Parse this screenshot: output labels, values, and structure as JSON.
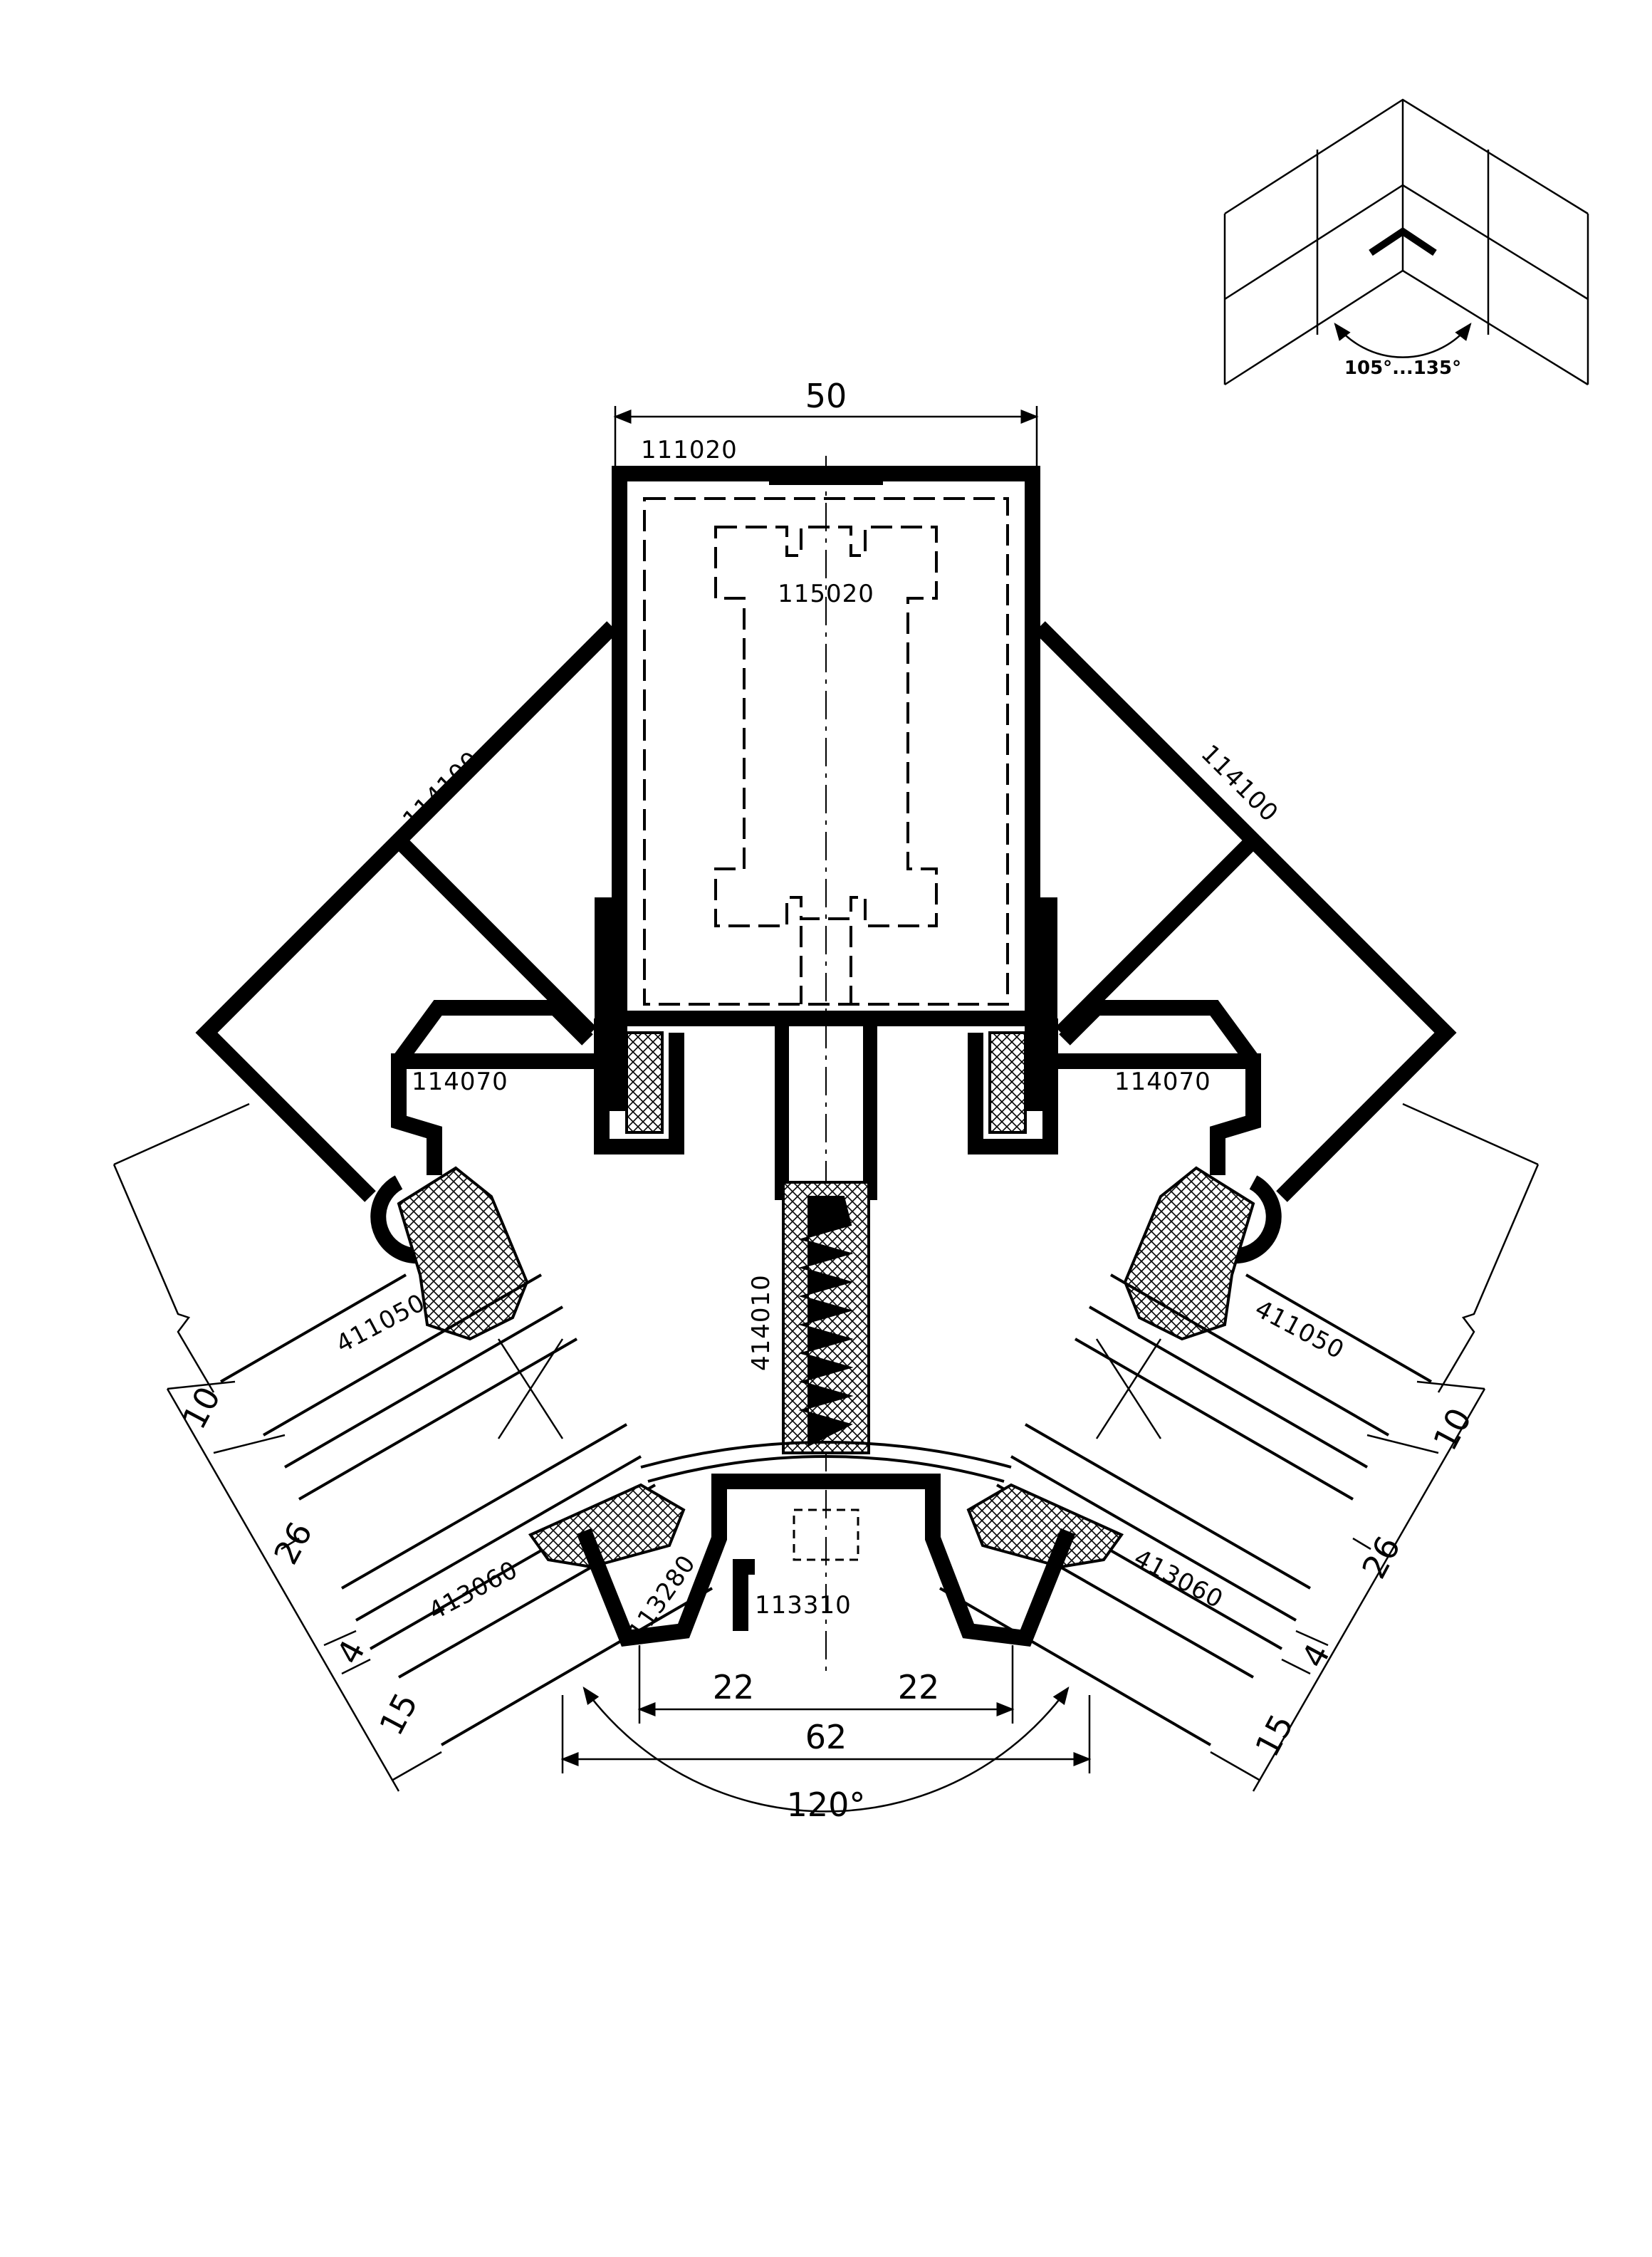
{
  "profiles": {
    "mullion": "111020",
    "insert": "115020",
    "left_arm": "114100",
    "right_arm": "114100",
    "left_clamp": "114070",
    "right_clamp": "114070",
    "screw_part": "414010",
    "left_glazing_gasket": "411050",
    "right_glazing_gasket": "411050",
    "left_outer_gasket": "413060",
    "right_outer_gasket": "413060",
    "pressure_plate": "113280",
    "cover_cap": "113310"
  },
  "dimensions": {
    "top_width": "50",
    "left_layer_1": "10",
    "left_layer_2": "26",
    "left_layer_3": "4",
    "left_layer_4": "15",
    "right_layer_1": "10",
    "right_layer_2": "26",
    "right_layer_3": "4",
    "right_layer_4": "15",
    "half_left": "22",
    "half_right": "22",
    "bottom_width": "62",
    "angle": "120°"
  },
  "inset": {
    "angle_range": "105°...135°"
  }
}
